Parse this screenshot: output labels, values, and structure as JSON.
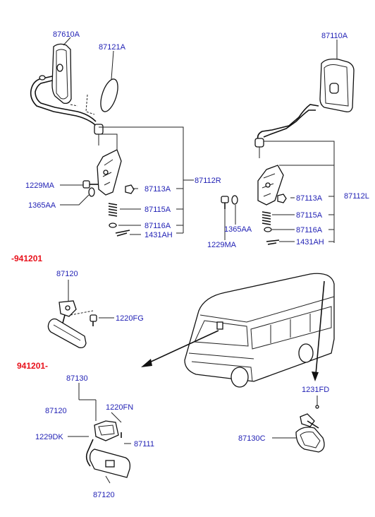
{
  "labels": {
    "p87610A": "87610A",
    "p87121A": "87121A",
    "p87110A": "87110A",
    "p1229MA_l": "1229MA",
    "p1365AA_l": "1365AA",
    "p87113A_l": "87113A",
    "p87112R": "87112R",
    "p87115A_l": "87115A",
    "p87116A_l": "87116A",
    "p1431AH_l": "1431AH",
    "p87113A_r": "87113A",
    "p87112L": "87112L",
    "p87115A_r": "87115A",
    "p1365AA_r": "1365AA",
    "p87116A_r": "87116A",
    "p1229MA_r": "1229MA",
    "p1431AH_r": "1431AH",
    "p87120_a": "87120",
    "p1220FG": "1220FG",
    "p87130": "87130",
    "p87120_b": "87120",
    "p1220FN": "1220FN",
    "p1229DK": "1229DK",
    "p87111": "87111",
    "p87120_c": "87120",
    "p1231FD": "1231FD",
    "p87130C": "87130C"
  },
  "periods": {
    "before": "-941201",
    "after": "941201-"
  },
  "colors": {
    "part_number": "#1f1fb4",
    "period_code": "#e8111b",
    "line": "#222222"
  }
}
